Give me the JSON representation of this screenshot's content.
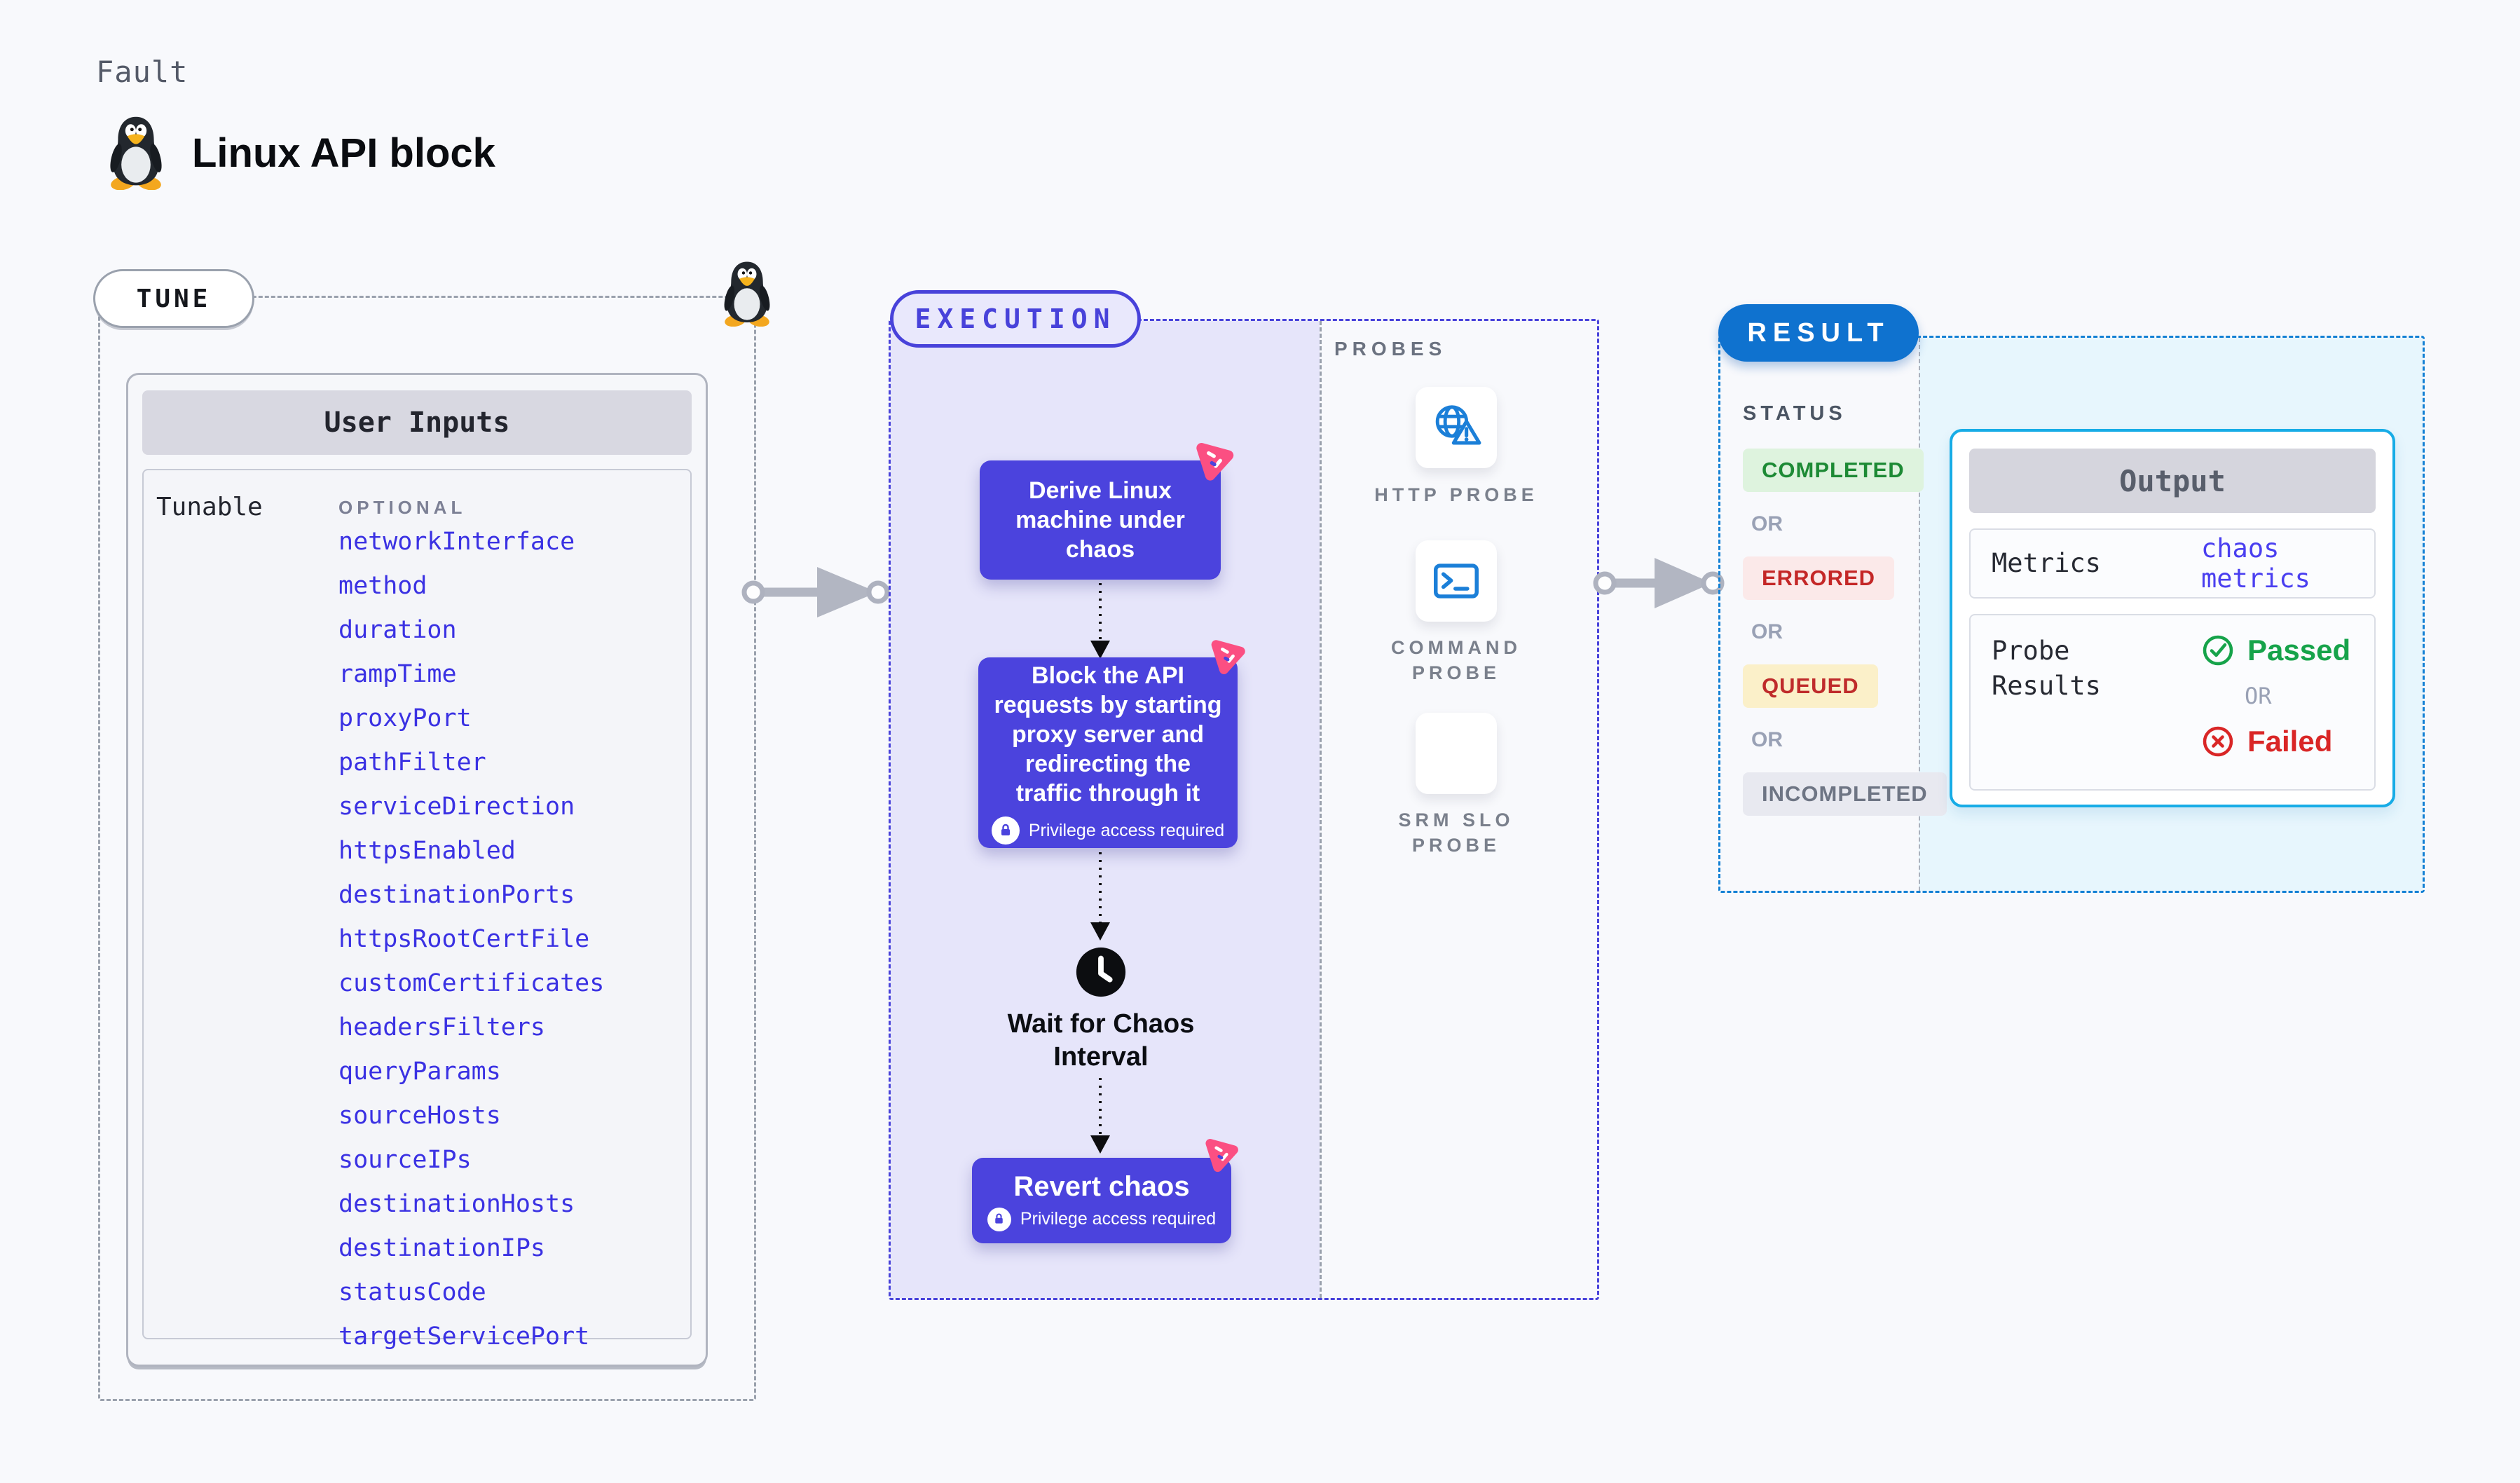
{
  "header": {
    "kicker": "Fault",
    "title": "Linux API block"
  },
  "tune": {
    "label": "TUNE",
    "card_title": "User Inputs",
    "row_label": "Tunable",
    "column_label": "OPTIONAL",
    "params": [
      "networkInterface",
      "method",
      "duration",
      "rampTime",
      "proxyPort",
      "pathFilter",
      "serviceDirection",
      "httpsEnabled",
      "destinationPorts",
      "httpsRootCertFile",
      "customCertificates",
      "headersFilters",
      "queryParams",
      "sourceHosts",
      "sourceIPs",
      "destinationHosts",
      "destinationIPs",
      "statusCode",
      "targetServicePort"
    ]
  },
  "execution": {
    "label": "EXECUTION",
    "steps": {
      "derive": "Derive Linux machine under chaos",
      "block": "Block the API requests by starting proxy server and redirecting the traffic through it",
      "wait": "Wait for Chaos Interval",
      "revert": "Revert chaos"
    },
    "privilege_note": "Privilege access required"
  },
  "probes": {
    "label": "PROBES",
    "items": [
      {
        "label": "HTTP PROBE",
        "icon": "globe-warning-icon"
      },
      {
        "label": "COMMAND PROBE",
        "icon": "terminal-icon"
      },
      {
        "label": "SRM SLO PROBE",
        "icon": "slo-donut-check-icon"
      }
    ]
  },
  "result": {
    "label": "RESULT",
    "status_label": "STATUS",
    "or_label": "OR",
    "statuses": [
      {
        "label": "COMPLETED",
        "fg": "#1d8a35",
        "bg": "#def3de"
      },
      {
        "label": "ERRORED",
        "fg": "#c42727",
        "bg": "#fbe9e9"
      },
      {
        "label": "QUEUED",
        "fg": "#bf2b2b",
        "bg": "#fbf0c9"
      },
      {
        "label": "INCOMPLETED",
        "fg": "#6e7584",
        "bg": "#e8e9f0"
      }
    ],
    "output": {
      "title": "Output",
      "metrics_label": "Metrics",
      "metrics_value": "chaos metrics",
      "probe_results_label": "Probe Results",
      "or_label": "OR",
      "passed_label": "Passed",
      "failed_label": "Failed"
    }
  },
  "colors": {
    "accent_indigo": "#4842da",
    "node_purple": "#4b43dd",
    "execution_bg": "#e6e5fa",
    "result_blue": "#0f72cf",
    "result_border": "#1380d4",
    "output_border": "#17ace6",
    "output_panel_bg": "#e7f6fd",
    "param_text": "#3a31e3",
    "probe_icon_blue": "#1b7fd8",
    "srm_purple": "#7c3aed",
    "chaos_pink": "#fb4f82",
    "passed_green": "#16a34a",
    "failed_red": "#d92626"
  }
}
